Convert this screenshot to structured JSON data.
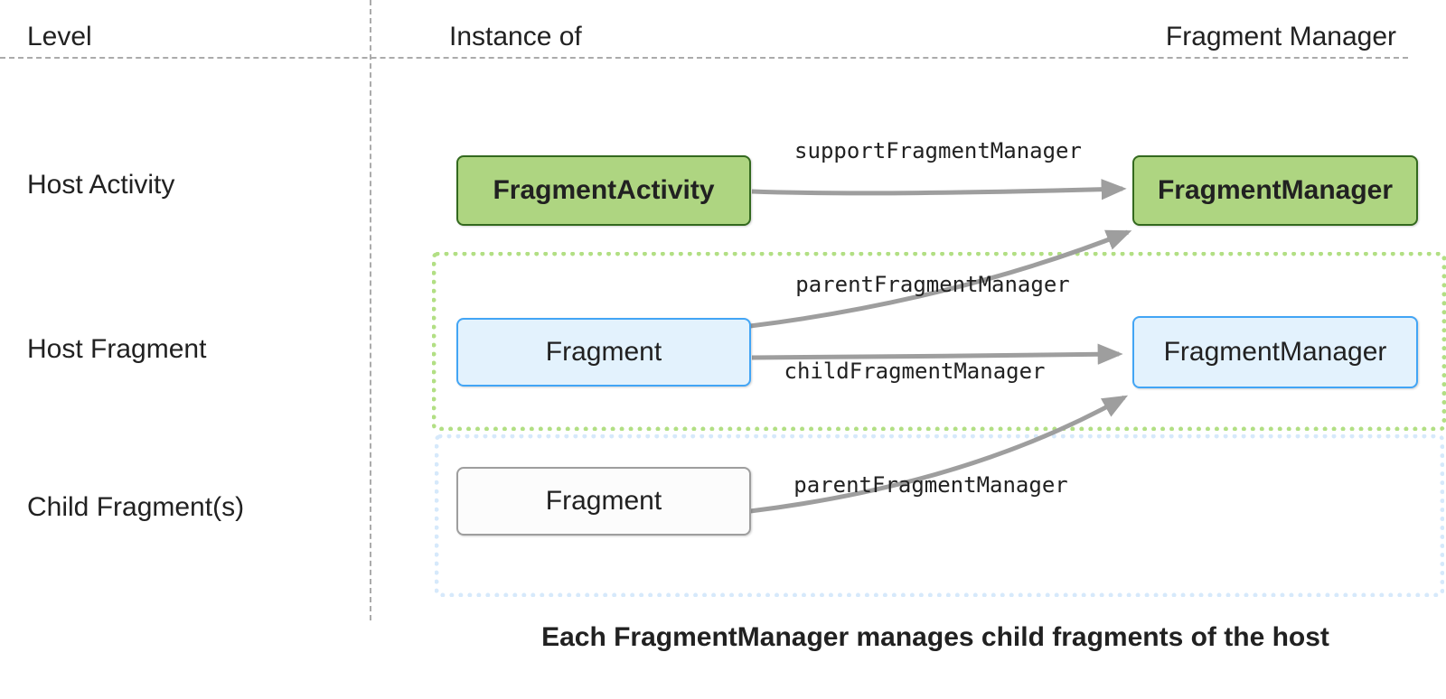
{
  "header": {
    "level": "Level",
    "instance_of": "Instance of",
    "fragment_manager": "Fragment Manager"
  },
  "rows": {
    "host_activity": "Host Activity",
    "host_fragment": "Host Fragment",
    "child_fragments": "Child Fragment(s)"
  },
  "boxes": {
    "fragment_activity": "FragmentActivity",
    "activity_fragment_manager": "FragmentManager",
    "host_fragment": "Fragment",
    "host_fragment_manager": "FragmentManager",
    "child_fragment": "Fragment"
  },
  "arrow_labels": {
    "support_fragment_manager": "supportFragmentManager",
    "parent_fragment_manager_host": "parentFragmentManager",
    "child_fragment_manager": "childFragmentManager",
    "parent_fragment_manager_child": "parentFragmentManager"
  },
  "caption": "Each FragmentManager manages child fragments of the host",
  "colors": {
    "green-fill": "#aed581",
    "green-border": "#33691e",
    "blue-fill": "#e3f2fd",
    "blue-border": "#42a5f5",
    "neutral-fill": "#fcfcfc",
    "neutral-border": "#9e9e9e",
    "group-green": "#b2df84",
    "group-blue": "#d6e9fb",
    "arrow-gray": "#9e9e9e",
    "guide-gray": "#ababab",
    "text-dark": "#212121"
  }
}
